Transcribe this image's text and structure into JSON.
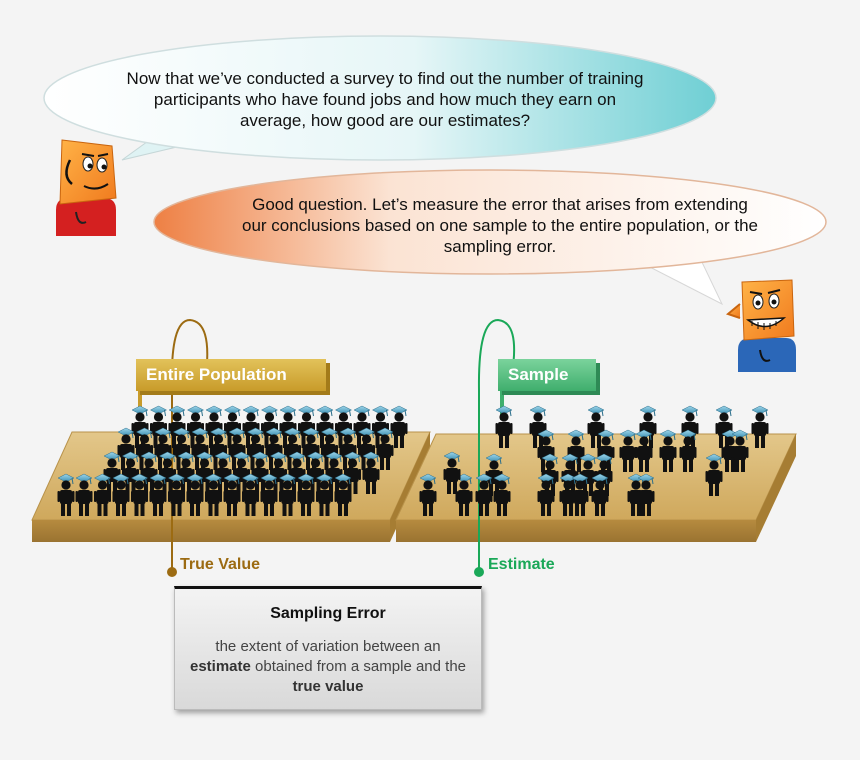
{
  "speech": {
    "question": "Now that we’ve conducted a survey to find out the number of training participants who have found jobs and how much they earn on average, how good are our estimates?",
    "answer": "Good question. Let’s measure the error that arises from extending our conclusions based on one sample to the entire population, or the sampling error."
  },
  "labels": {
    "population": "Entire Population",
    "sample": "Sample",
    "true_value": "True Value",
    "estimate": "Estimate"
  },
  "sampling_error": {
    "title": "Sampling Error",
    "desc_1": "the extent of variation between an",
    "desc_bold_1": "estimate",
    "desc_2": "obtained from a sample and the",
    "desc_bold_2": "true value"
  },
  "colors": {
    "bubble_1": "#7dd3d8",
    "bubble_2": "#f0915a",
    "population_tab": "#d4aa3a",
    "sample_tab": "#55c07e",
    "true_value": "#9c6b12",
    "estimate": "#1aa858",
    "platform": "#d9b871"
  },
  "icons": {
    "character_1": "orange-head-character",
    "character_2": "orange-head-character-smiling",
    "person": "graduate-person-icon"
  }
}
